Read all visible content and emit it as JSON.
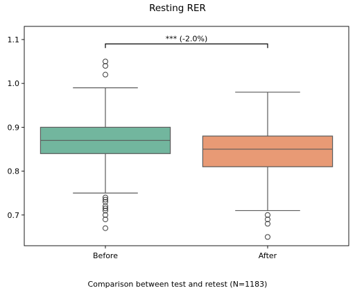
{
  "chart_data": {
    "type": "box",
    "title": "Resting RER",
    "caption": "Comparison between test and retest (N=1183)",
    "xlabel": "",
    "ylabel": "",
    "categories": [
      "Before",
      "After"
    ],
    "ylim": [
      0.63,
      1.13
    ],
    "yticks": [
      0.7,
      0.8,
      0.9,
      1.0,
      1.1
    ],
    "ytick_labels": [
      "0.7",
      "0.8",
      "0.9",
      "1.0",
      "1.1"
    ],
    "grid": false,
    "boxes": [
      {
        "label": "Before",
        "color": "#72b69e",
        "whisker_low": 0.75,
        "q1": 0.84,
        "median": 0.87,
        "q3": 0.9,
        "whisker_high": 0.99,
        "outliers": [
          1.05,
          1.04,
          1.02,
          0.74,
          0.735,
          0.73,
          0.72,
          0.715,
          0.71,
          0.7,
          0.69,
          0.67
        ]
      },
      {
        "label": "After",
        "color": "#e89a75",
        "whisker_low": 0.71,
        "q1": 0.81,
        "median": 0.85,
        "q3": 0.88,
        "whisker_high": 0.98,
        "outliers": [
          0.7,
          0.69,
          0.68,
          0.65
        ]
      }
    ],
    "annotation": {
      "text": "*** (-2.0%)",
      "y": 1.09
    }
  }
}
